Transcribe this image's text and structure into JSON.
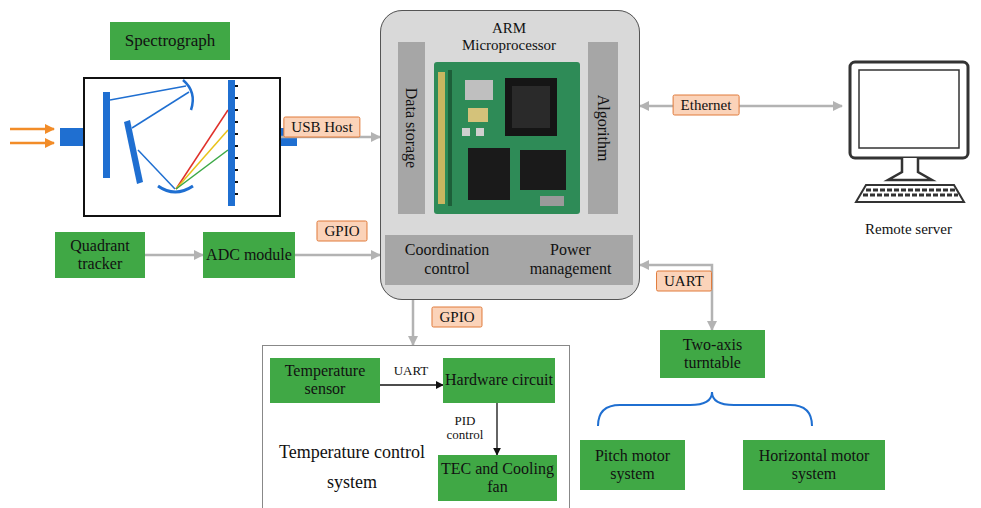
{
  "diagram": {
    "nodes": [
      {
        "text": [
          "Spectrograph"
        ]
      },
      {
        "text": [
          "ARM Microprocessor"
        ]
      },
      {
        "text": [
          "Data storage"
        ],
        "in": 1
      },
      {
        "text": [
          "Algorithm"
        ],
        "in": 1
      },
      {
        "text": [
          "Coordination control"
        ],
        "in": 1
      },
      {
        "text": [
          "Power management"
        ],
        "in": 1
      },
      {
        "text": [
          "Remote server"
        ]
      },
      {
        "text": [
          "Quadrant tracker"
        ]
      },
      {
        "text": [
          "ADC module"
        ]
      },
      {
        "text": [
          "Temperature control system"
        ]
      },
      {
        "text": [
          "Temperature sensor"
        ],
        "in": 9
      },
      {
        "text": [
          "Hardware circuit"
        ],
        "in": 9
      },
      {
        "text": [
          "TEC and Cooling fan"
        ],
        "in": 9
      },
      {
        "text": [
          "Two-axis turntable"
        ]
      },
      {
        "text": [
          "Pitch motor system"
        ]
      },
      {
        "text": [
          "Horizontal motor system"
        ]
      }
    ],
    "edges": [
      {
        "from": 0,
        "to": 1,
        "arrow": "to",
        "label": "USB Host"
      },
      {
        "from": 1,
        "to": 6,
        "arrow": "both",
        "label": "Ethernet"
      },
      {
        "from": 7,
        "to": 8,
        "arrow": "to"
      },
      {
        "from": 8,
        "to": 1,
        "arrow": "to",
        "label": "GPIO"
      },
      {
        "from": 1,
        "to": 9,
        "arrow": "to",
        "label": "GPIO"
      },
      {
        "from": 10,
        "to": 11,
        "arrow": "to",
        "label": "UART"
      },
      {
        "from": 11,
        "to": 12,
        "arrow": "to",
        "label": "PID control"
      },
      {
        "from": 1,
        "to": 13,
        "arrow": "both",
        "label": "UART"
      }
    ]
  }
}
